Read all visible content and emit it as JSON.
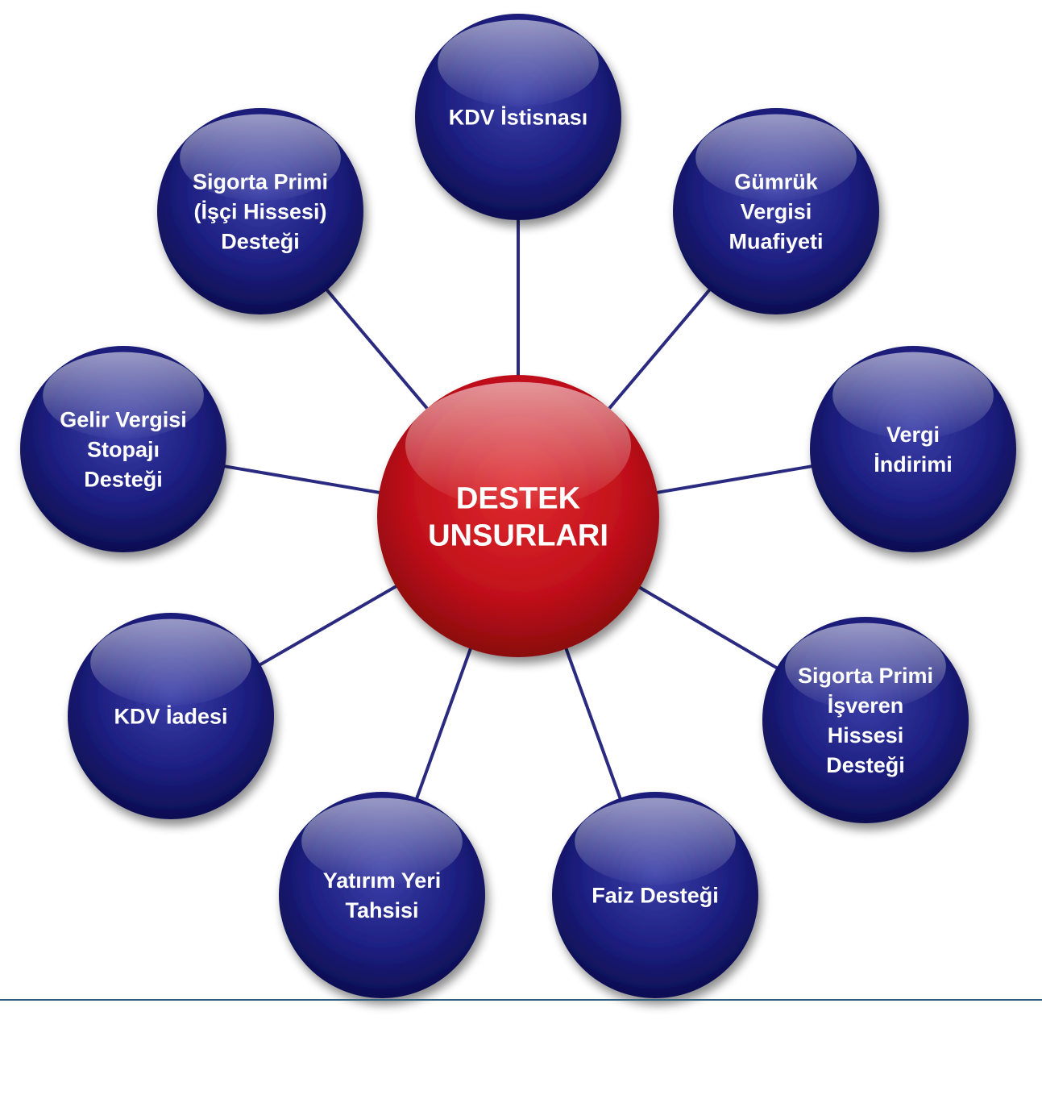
{
  "center": {
    "lines": [
      "DESTEK",
      "UNSURLARI"
    ],
    "color": "#c0101a"
  },
  "nodes": [
    {
      "id": "kdv-istisnasi",
      "lines": [
        "KDV İstisnası"
      ]
    },
    {
      "id": "gumruk-vergisi-muafiyeti",
      "lines": [
        "Gümrük",
        "Vergisi",
        "Muafiyeti"
      ]
    },
    {
      "id": "vergi-indirimi",
      "lines": [
        "Vergi",
        "İndirimi"
      ]
    },
    {
      "id": "sigorta-primi-isveren-hissesi-destegi",
      "lines": [
        "Sigorta Primi",
        "İşveren",
        "Hissesi",
        "Desteği"
      ]
    },
    {
      "id": "faiz-destegi",
      "lines": [
        "Faiz Desteği"
      ]
    },
    {
      "id": "yatirim-yeri-tahsisi",
      "lines": [
        "Yatırım Yeri",
        "Tahsisi"
      ]
    },
    {
      "id": "kdv-iadesi",
      "lines": [
        "KDV İadesi"
      ]
    },
    {
      "id": "gelir-vergisi-stopaji-destegi",
      "lines": [
        "Gelir Vergisi",
        "Stopajı",
        "Desteği"
      ]
    },
    {
      "id": "sigorta-primi-isci-hissesi-destegi",
      "lines": [
        "Sigorta Primi",
        "(İşçi Hissesi)",
        "Desteği"
      ]
    }
  ],
  "colors": {
    "node": "#1a1a7a",
    "connector": "#2a2a80",
    "divider": "#2f5d7a"
  }
}
